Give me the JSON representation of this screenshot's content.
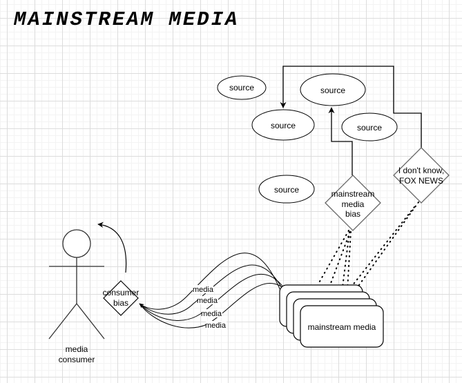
{
  "title": "MAINSTREAM MEDIA",
  "nodes": {
    "sources": [
      "source",
      "source",
      "source",
      "source",
      "source"
    ],
    "mainstream_bias": [
      "mainstream",
      "media",
      "bias"
    ],
    "fox_news": [
      "I don't know,",
      "FOX NEWS"
    ],
    "consumer_bias": [
      "consumer",
      "bias"
    ],
    "media_stack_label": "mainstream media",
    "actor_label": [
      "media",
      "consumer"
    ]
  },
  "edges": {
    "media_labels": [
      "media",
      "media",
      "media",
      "media"
    ]
  },
  "colors": {
    "stroke": "#000000",
    "shape_stroke": "#555555",
    "grid_major": "#dcdcdc",
    "grid_minor": "#f3f3f3"
  }
}
